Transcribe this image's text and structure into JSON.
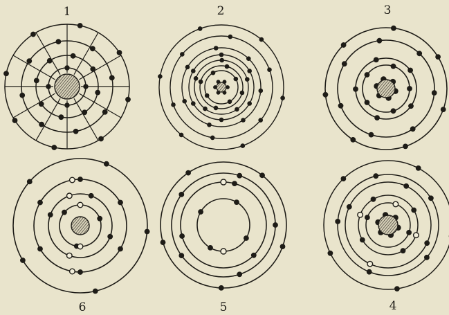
{
  "figures": [
    {
      "label": "1",
      "kind": "web",
      "rings": 4,
      "spokes": 12,
      "nucleus": "hatched",
      "dark_electrons": 28,
      "open_electrons": 0
    },
    {
      "label": "2",
      "kind": "rings",
      "rings": 7,
      "nucleus": "small-cluster",
      "dark_electrons": 38,
      "open_electrons": 0
    },
    {
      "label": "3",
      "kind": "rings",
      "rings": 4,
      "nucleus": "hatched-with-bumps",
      "dark_electrons": 24,
      "open_electrons": 0
    },
    {
      "label": "6",
      "kind": "rings",
      "rings": 4,
      "nucleus": "hatched",
      "dark_electrons": 18,
      "open_electrons": 6
    },
    {
      "label": "5",
      "kind": "rings",
      "rings": 4,
      "nucleus": "none",
      "dark_electrons": 17,
      "open_electrons": 2
    },
    {
      "label": "4",
      "kind": "rings",
      "rings": 5,
      "nucleus": "hatched-with-bumps",
      "dark_electrons": 20,
      "open_electrons": 4
    }
  ],
  "colors": {
    "paper": "#e9e4cc",
    "ink": "#1e1c17",
    "open_fill": "#f4f0dc"
  }
}
